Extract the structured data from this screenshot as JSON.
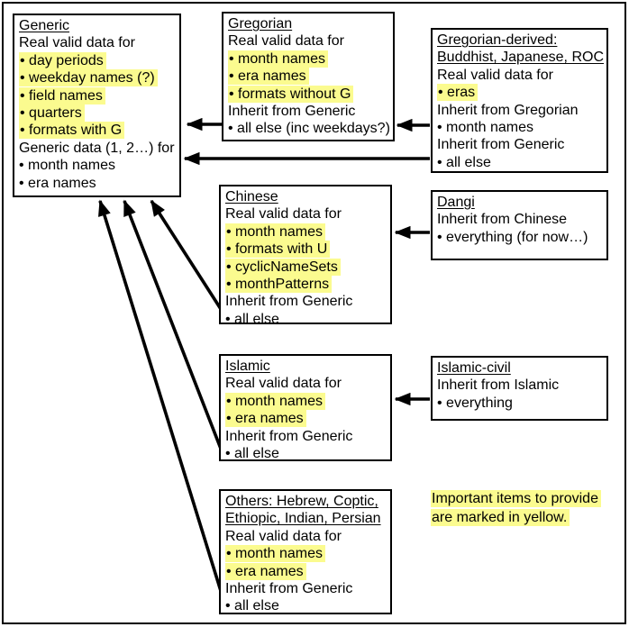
{
  "colors": {
    "highlight": "#FBFB8F",
    "line": "#000000",
    "background": "#FFFFFF"
  },
  "boxes": [
    {
      "id": "generic",
      "lines": [
        {
          "text": "Generic",
          "u": true
        },
        {
          "text": "Real valid data for"
        },
        {
          "text": "• day periods",
          "hl": true
        },
        {
          "text": "• weekday names (?)",
          "hl": true
        },
        {
          "text": "• field names",
          "hl": true
        },
        {
          "text": "• quarters",
          "hl": true
        },
        {
          "text": "• formats with G",
          "hl": true
        },
        {
          "text": "Generic data (1, 2…) for"
        },
        {
          "text": "• month names"
        },
        {
          "text": "• era names"
        }
      ]
    },
    {
      "id": "gregorian",
      "lines": [
        {
          "text": "Gregorian",
          "u": true
        },
        {
          "text": "Real valid data for"
        },
        {
          "text": "• month names",
          "hl": true
        },
        {
          "text": "• era names",
          "hl": true
        },
        {
          "text": "• formats without G",
          "hl": true
        },
        {
          "text": "Inherit from Generic"
        },
        {
          "text": "• all else (inc weekdays?)"
        }
      ]
    },
    {
      "id": "gregorian_derived",
      "lines": [
        {
          "text": "Gregorian-derived:",
          "u": true
        },
        {
          "text": "Buddhist, Japanese, ROC",
          "u": true
        },
        {
          "text": "Real valid data for"
        },
        {
          "text": "• eras",
          "hl": true
        },
        {
          "text": "Inherit from Gregorian"
        },
        {
          "text": "• month names"
        },
        {
          "text": "Inherit from Generic"
        },
        {
          "text": "• all else"
        }
      ]
    },
    {
      "id": "chinese",
      "lines": [
        {
          "text": "Chinese",
          "u": true
        },
        {
          "text": "Real valid data for"
        },
        {
          "text": "• month names",
          "hl": true
        },
        {
          "text": "• formats with U",
          "hl": true
        },
        {
          "text": "• cyclicNameSets",
          "hl": true
        },
        {
          "text": "• monthPatterns",
          "hl": true
        },
        {
          "text": "Inherit from Generic"
        },
        {
          "text": "• all else"
        }
      ]
    },
    {
      "id": "dangi",
      "lines": [
        {
          "text": "Dangi",
          "u": true
        },
        {
          "text": "Inherit from Chinese"
        },
        {
          "text": "• everything (for now…)"
        }
      ]
    },
    {
      "id": "islamic",
      "lines": [
        {
          "text": "Islamic",
          "u": true
        },
        {
          "text": "Real valid data for"
        },
        {
          "text": "• month names",
          "hl": true
        },
        {
          "text": "• era names",
          "hl": true
        },
        {
          "text": "Inherit from Generic"
        },
        {
          "text": "• all else"
        }
      ]
    },
    {
      "id": "islamic_civil",
      "lines": [
        {
          "text": "Islamic-civil",
          "u": true
        },
        {
          "text": "Inherit from Islamic"
        },
        {
          "text": "• everything"
        }
      ]
    },
    {
      "id": "others",
      "lines": [
        {
          "text": "Others: Hebrew, Coptic,",
          "u": true
        },
        {
          "text": "Ethiopic, Indian, Persian",
          "u": true
        },
        {
          "text": "Real valid data for"
        },
        {
          "text": "• month names",
          "hl": true
        },
        {
          "text": "• era names",
          "hl": true
        },
        {
          "text": "Inherit from Generic"
        },
        {
          "text": "• all else"
        }
      ]
    }
  ],
  "note": {
    "lines": [
      "Important items to provide",
      "are marked in yellow."
    ]
  },
  "edges": [
    {
      "from": "gregorian",
      "to": "generic"
    },
    {
      "from": "gregorian_derived",
      "to": "gregorian"
    },
    {
      "from": "gregorian_derived",
      "to": "generic"
    },
    {
      "from": "dangi",
      "to": "chinese"
    },
    {
      "from": "islamic_civil",
      "to": "islamic"
    },
    {
      "from": "chinese",
      "to": "generic"
    },
    {
      "from": "islamic",
      "to": "generic"
    },
    {
      "from": "others",
      "to": "generic"
    }
  ]
}
